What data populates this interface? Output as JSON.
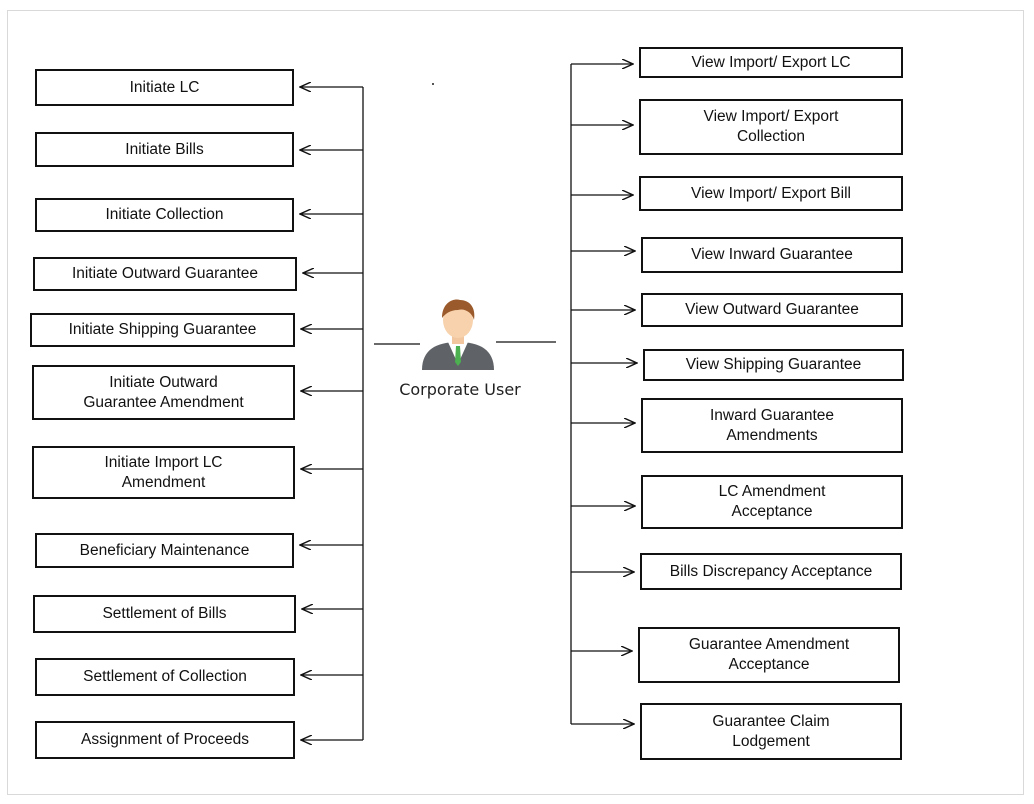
{
  "center": {
    "label": "Corporate User",
    "icon": "user-avatar-icon"
  },
  "left_items": [
    "Initiate LC",
    "Initiate Bills",
    "Initiate Collection",
    "Initiate Outward Guarantee",
    "Initiate Shipping Guarantee",
    "Initiate Outward\nGuarantee Amendment",
    "Initiate Import LC\nAmendment",
    "Beneficiary Maintenance",
    "Settlement of Bills",
    "Settlement of Collection",
    "Assignment of Proceeds"
  ],
  "right_items": [
    "View Import/ Export LC",
    "View Import/ Export\nCollection",
    "View Import/ Export Bill",
    "View Inward Guarantee",
    "View Outward Guarantee",
    "View Shipping Guarantee",
    "Inward Guarantee\nAmendments",
    "LC Amendment\nAcceptance",
    "Bills Discrepancy Acceptance",
    "Guarantee Amendment\nAcceptance",
    "Guarantee Claim\nLodgement"
  ],
  "colors": {
    "line": "#111111",
    "box_border": "#111111",
    "frame": "#d9d9d9"
  }
}
